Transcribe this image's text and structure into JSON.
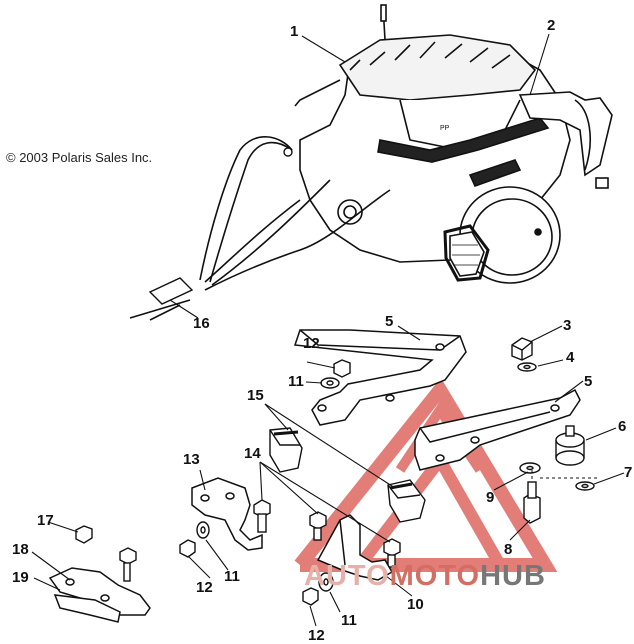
{
  "copyright": "© 2003 Polaris Sales Inc.",
  "callouts": [
    {
      "id": "c1",
      "label": "1"
    },
    {
      "id": "c2",
      "label": "2"
    },
    {
      "id": "c3",
      "label": "3"
    },
    {
      "id": "c4",
      "label": "4"
    },
    {
      "id": "c5a",
      "label": "5"
    },
    {
      "id": "c5b",
      "label": "5"
    },
    {
      "id": "c6",
      "label": "6"
    },
    {
      "id": "c7",
      "label": "7"
    },
    {
      "id": "c8",
      "label": "8"
    },
    {
      "id": "c9",
      "label": "9"
    },
    {
      "id": "c10",
      "label": "10"
    },
    {
      "id": "c11a",
      "label": "11"
    },
    {
      "id": "c11b",
      "label": "11"
    },
    {
      "id": "c11c",
      "label": "11"
    },
    {
      "id": "c12a",
      "label": "12"
    },
    {
      "id": "c12b",
      "label": "12"
    },
    {
      "id": "c12c",
      "label": "12"
    },
    {
      "id": "c13",
      "label": "13"
    },
    {
      "id": "c14",
      "label": "14"
    },
    {
      "id": "c15",
      "label": "15"
    },
    {
      "id": "c16",
      "label": "16"
    },
    {
      "id": "c17",
      "label": "17"
    },
    {
      "id": "c18",
      "label": "18"
    },
    {
      "id": "c19",
      "label": "19"
    }
  ],
  "watermark": {
    "part1": "AUTO",
    "part2": "MOTO",
    "part3": "HUB"
  },
  "colors": {
    "line": "#111111",
    "watermark_red": "#d9534a",
    "watermark_gray": "#777777"
  }
}
